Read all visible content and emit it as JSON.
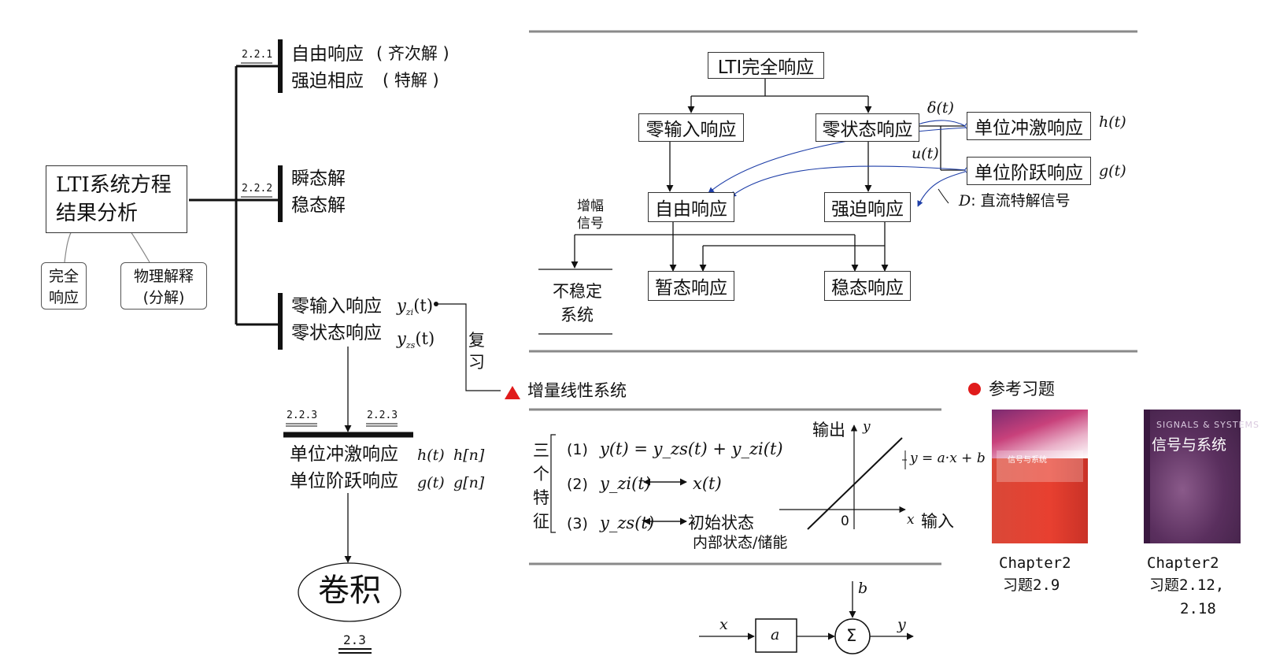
{
  "root": {
    "line1": "LTI系统方程",
    "line2": "结果分析"
  },
  "notes": {
    "complete": [
      "完全",
      "响应"
    ],
    "physical": [
      "物理解释",
      "(分解)"
    ]
  },
  "sections": {
    "s221": "2.2.1",
    "s222": "2.2.2",
    "s223a": "2.2.3",
    "s223b": "2.2.3",
    "s23": "2.3"
  },
  "branch1": {
    "free": "自由响应",
    "homog": "齐次解",
    "forced": "强迫相应",
    "partic": "特解"
  },
  "branch2": {
    "transient": "瞬态解",
    "steady": "稳态解"
  },
  "branch3": {
    "zi": "零输入响应",
    "zs": "零状态响应",
    "yzi": "y",
    "yzi_sub": "zi",
    "yzs": "y",
    "yzs_sub": "zs",
    "t": "(t)"
  },
  "review": [
    "复",
    "习"
  ],
  "branch4": {
    "impulse": "单位冲激响应",
    "step": "单位阶跃响应",
    "ht": "h(t)",
    "hn": "h[n]",
    "gt": "g(t)",
    "gn": "g[n]"
  },
  "convolution": "卷积",
  "flow": {
    "complete": "LTI完全响应",
    "zero_input": "零输入响应",
    "zero_state": "零状态响应",
    "impulse": "单位冲激响应",
    "step": "单位阶跃响应",
    "free": "自由响应",
    "forced": "强迫响应",
    "transient": "暂态响应",
    "steady": "稳态响应",
    "unstable": [
      "不稳定",
      "系统"
    ],
    "growing": [
      "增幅",
      "信号"
    ],
    "delta": "δ(t)",
    "u": "u(t)",
    "h": "h(t)",
    "g": "g(t)",
    "dc_var": "D",
    "dc": ": 直流特解信号"
  },
  "incremental": {
    "title": "增量线性系统",
    "three": [
      "三",
      "个",
      "特",
      "征"
    ],
    "f1_label": "(1)",
    "f1": "y(t) = y_zs(t) + y_zi(t)",
    "f2_label": "(2)",
    "f2_left": "y_zi(t)",
    "f2_right": "x(t)",
    "f3_label": "(3)",
    "f3_left": "y_zs(t)",
    "f3_right": "初始状态",
    "f3_sub": "内部状态/储能",
    "output": "输出",
    "input": "输入",
    "y": "y",
    "x": "x",
    "zero": "0",
    "eq": "y = a·x + b",
    "block_x": "x",
    "block_a": "a",
    "block_b": "b",
    "block_sum": "Σ",
    "block_y": "y"
  },
  "references": {
    "title": "参考习题",
    "ch1": "Chapter2",
    "ex1": "习题2.9",
    "ch2": "Chapter2",
    "ex2a": "习题2.12,",
    "ex2b": "2.18",
    "book1_title": "信号与系统",
    "book2_title": "信号与系统",
    "book2_en": "SIGNALS & SYSTEMS"
  },
  "colors": {
    "blue": "#1f3fa8",
    "red": "#e01b1b",
    "gray": "#8a8a8a"
  }
}
